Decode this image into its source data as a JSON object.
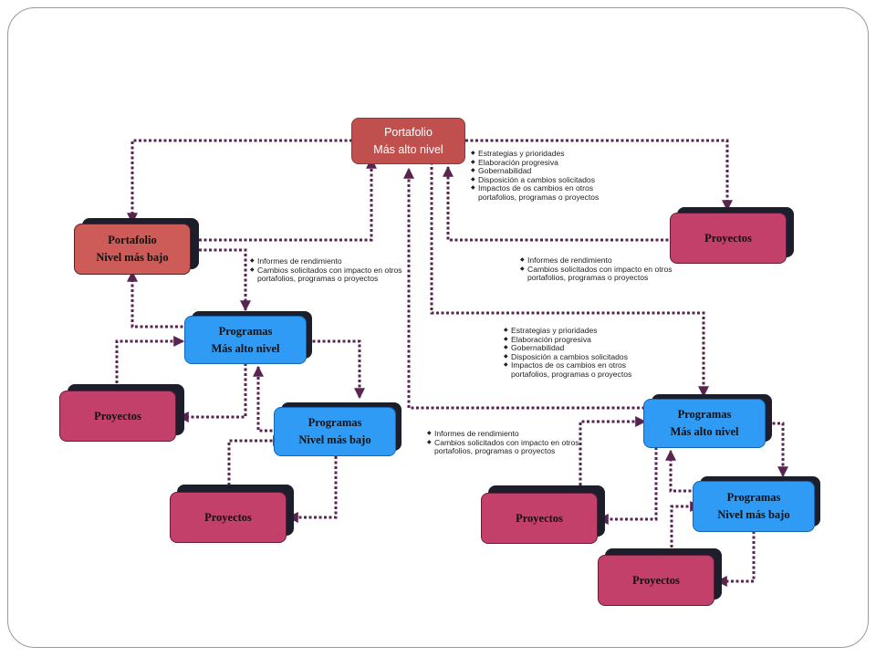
{
  "portfolio_top": {
    "line1": "Portafolio",
    "line2": "Más alto nivel"
  },
  "portfolio_low": {
    "line1": "Portafolio",
    "line2": "Nivel más bajo"
  },
  "programs_high": {
    "line1": "Programas",
    "line2": "Más alto nivel"
  },
  "programs_low": {
    "line1": "Programas",
    "line2": "Nivel más bajo"
  },
  "projects_label": "Proyectos",
  "strategies_list": [
    "Estrategias y prioridades",
    "Elaboración progresiva",
    "Gobernabilidad",
    "Disposición a cambios solicitados",
    "Impactos de os cambios en otros portafolios, programas o proyectos"
  ],
  "reports_list": [
    "Informes de rendimiento",
    "Cambios solicitados con impacto en otros portafolios, programas o proyectos"
  ],
  "colors": {
    "arrow": "#5a2450",
    "top_box": "#c0504d",
    "portfolio_low": "#cd5b57",
    "projects": "#c3406a",
    "programs": "#2f9bf5",
    "shadow": "#1c1f2b"
  }
}
